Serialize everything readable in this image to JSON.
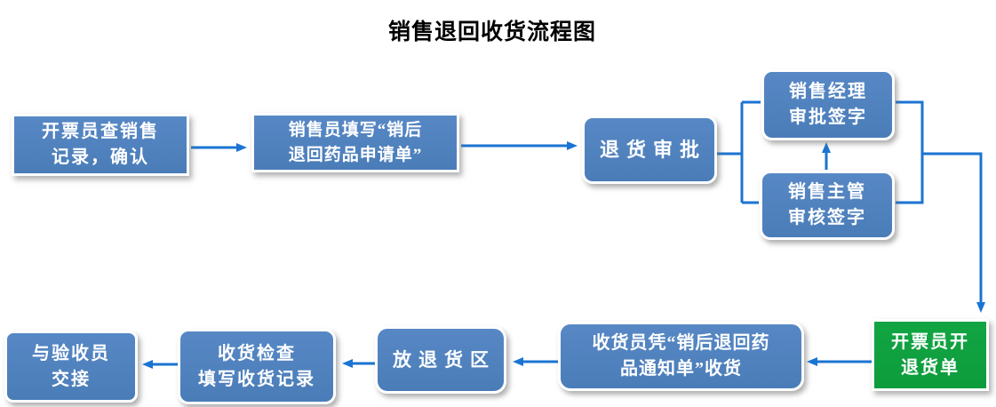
{
  "diagram": {
    "title": "销售退回收货流程图",
    "colors": {
      "node_fill": "#4E80BC",
      "highlight_node_fill": "#0D9C3C",
      "node_border": "#FFFFFF",
      "node_text": "#FFFFFF",
      "connector": "#1B74D2",
      "title_text": "#000000"
    },
    "nodes": [
      {
        "id": "check",
        "text": "开票员查销售\n记录，确认",
        "shape": "rect",
        "fill": "blue"
      },
      {
        "id": "apply",
        "text": "销售员填写“销后\n退回药品申请单”",
        "shape": "rect",
        "fill": "blue"
      },
      {
        "id": "approve",
        "text": "退货审批",
        "shape": "rounded-rect",
        "fill": "blue"
      },
      {
        "id": "manager-sign",
        "text": "销售经理\n审批签字",
        "shape": "rounded-rect",
        "fill": "blue"
      },
      {
        "id": "supervisor-sign",
        "text": "销售主管\n审核签字",
        "shape": "rounded-rect",
        "fill": "blue"
      },
      {
        "id": "invoice-return",
        "text": "开票员开\n退货单",
        "shape": "rect",
        "fill": "green"
      },
      {
        "id": "receive-goods",
        "text": "收货员凭“销后退回药\n品通知单”收货",
        "shape": "rounded-rect",
        "fill": "blue"
      },
      {
        "id": "return-area",
        "text": "放退货区",
        "shape": "rounded-rect",
        "fill": "blue"
      },
      {
        "id": "inspect",
        "text": "收货检查\n填写收货记录",
        "shape": "rounded-rect",
        "fill": "blue"
      },
      {
        "id": "handover",
        "text": "与验收员\n交接",
        "shape": "rounded-rect",
        "fill": "blue"
      }
    ],
    "edges": [
      {
        "from": "check",
        "to": "apply"
      },
      {
        "from": "apply",
        "to": "approve"
      },
      {
        "from": "approve",
        "to": "manager-sign"
      },
      {
        "from": "approve",
        "to": "supervisor-sign"
      },
      {
        "from": "supervisor-sign",
        "to": "manager-sign"
      },
      {
        "from": "manager-sign",
        "to": "invoice-return"
      },
      {
        "from": "supervisor-sign",
        "to": "invoice-return"
      },
      {
        "from": "invoice-return",
        "to": "receive-goods"
      },
      {
        "from": "receive-goods",
        "to": "return-area"
      },
      {
        "from": "return-area",
        "to": "inspect"
      },
      {
        "from": "inspect",
        "to": "handover"
      }
    ]
  }
}
